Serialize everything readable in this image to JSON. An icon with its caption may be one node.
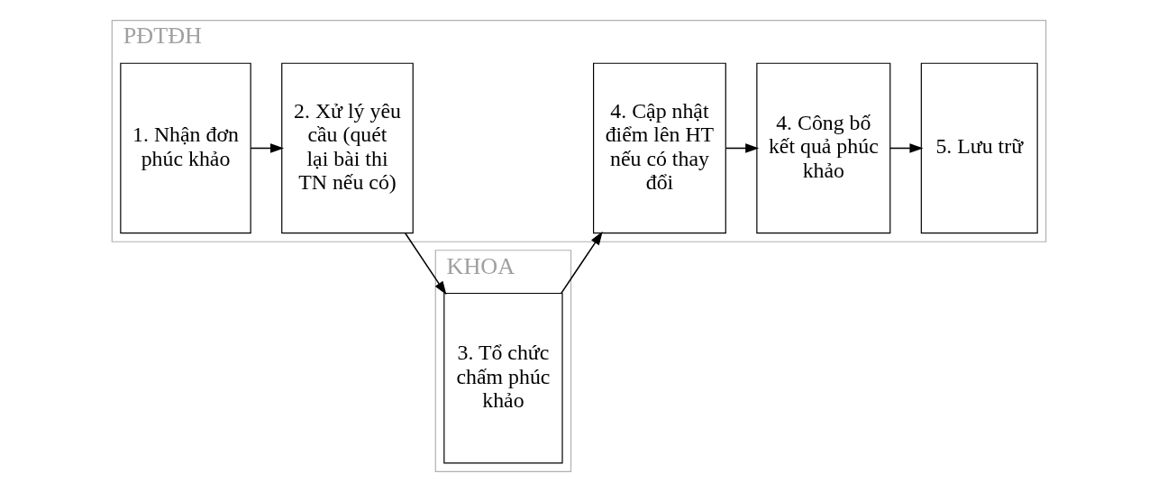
{
  "diagram": {
    "nodes": [
      {
        "text": [
          "PĐTĐH"
        ]
      },
      {
        "text": [
          "1. Nhận đơn phúc khảo"
        ],
        "in": 0
      },
      {
        "text": [
          "2. Xử lý yêu cầu (quét lại bài thi TN nếu có)"
        ],
        "in": 0
      },
      {
        "text": [
          "4. Cập nhật điểm lên HT nếu có thay đổi"
        ],
        "in": 0
      },
      {
        "text": [
          "4. Công bố kết quả phúc khảo"
        ],
        "in": 0
      },
      {
        "text": [
          "5. Lưu trữ"
        ],
        "in": 0
      },
      {
        "text": [
          "KHOA"
        ]
      },
      {
        "text": [
          "3. Tổ chức chấm phúc khảo"
        ],
        "in": 6
      }
    ],
    "edges": [
      {
        "from": 1,
        "to": 2,
        "arrow": "to"
      },
      {
        "from": 2,
        "to": 7,
        "arrow": "to"
      },
      {
        "from": 7,
        "to": 3,
        "arrow": "to"
      },
      {
        "from": 3,
        "to": 4,
        "arrow": "to"
      },
      {
        "from": 4,
        "to": 5,
        "arrow": "to"
      }
    ]
  }
}
